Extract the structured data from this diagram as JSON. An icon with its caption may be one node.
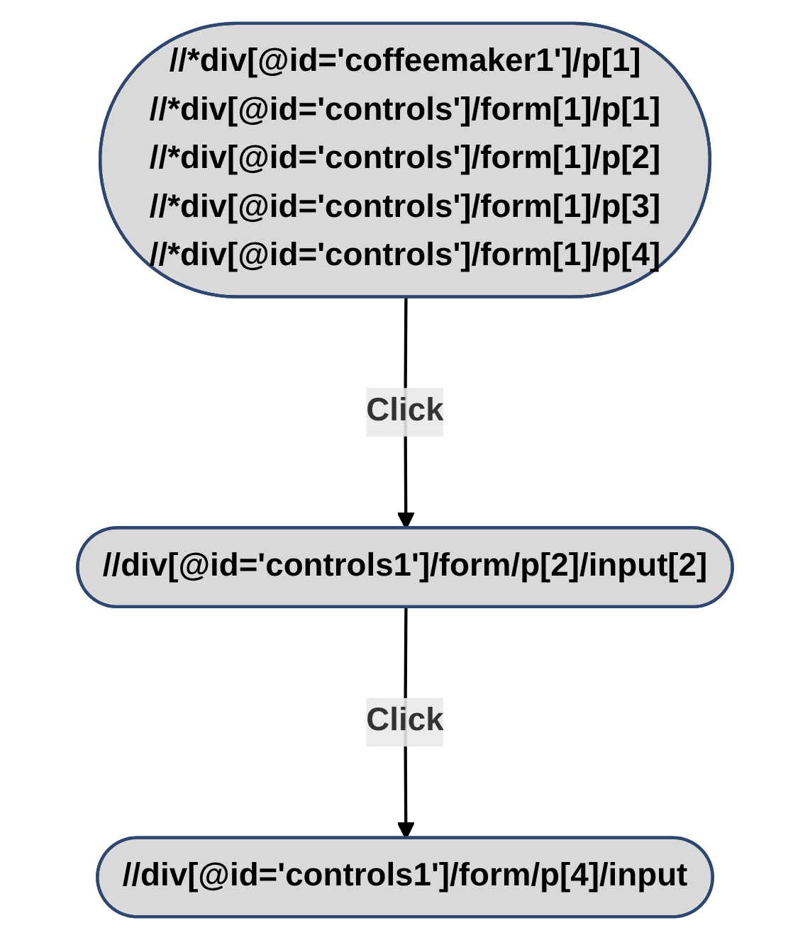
{
  "diagram": {
    "nodes": [
      {
        "text": [
          "//*div[@id='coffeemaker1']/p[1]",
          "//*div[@id='controls']/form[1]/p[1]",
          "//*div[@id='controls']/form[1]/p[2]",
          "//*div[@id='controls']/form[1]/p[3]",
          "//*div[@id='controls']/form[1]/p[4]"
        ]
      },
      {
        "text": [
          "//div[@id='controls1']/form/p[2]/input[2]"
        ]
      },
      {
        "text": [
          "//div[@id='controls1']/form/p[4]/input"
        ]
      }
    ],
    "edges": [
      {
        "from": 0,
        "to": 1,
        "arrow": "to",
        "label": "Click"
      },
      {
        "from": 1,
        "to": 2,
        "arrow": "to",
        "label": "Click"
      }
    ]
  }
}
